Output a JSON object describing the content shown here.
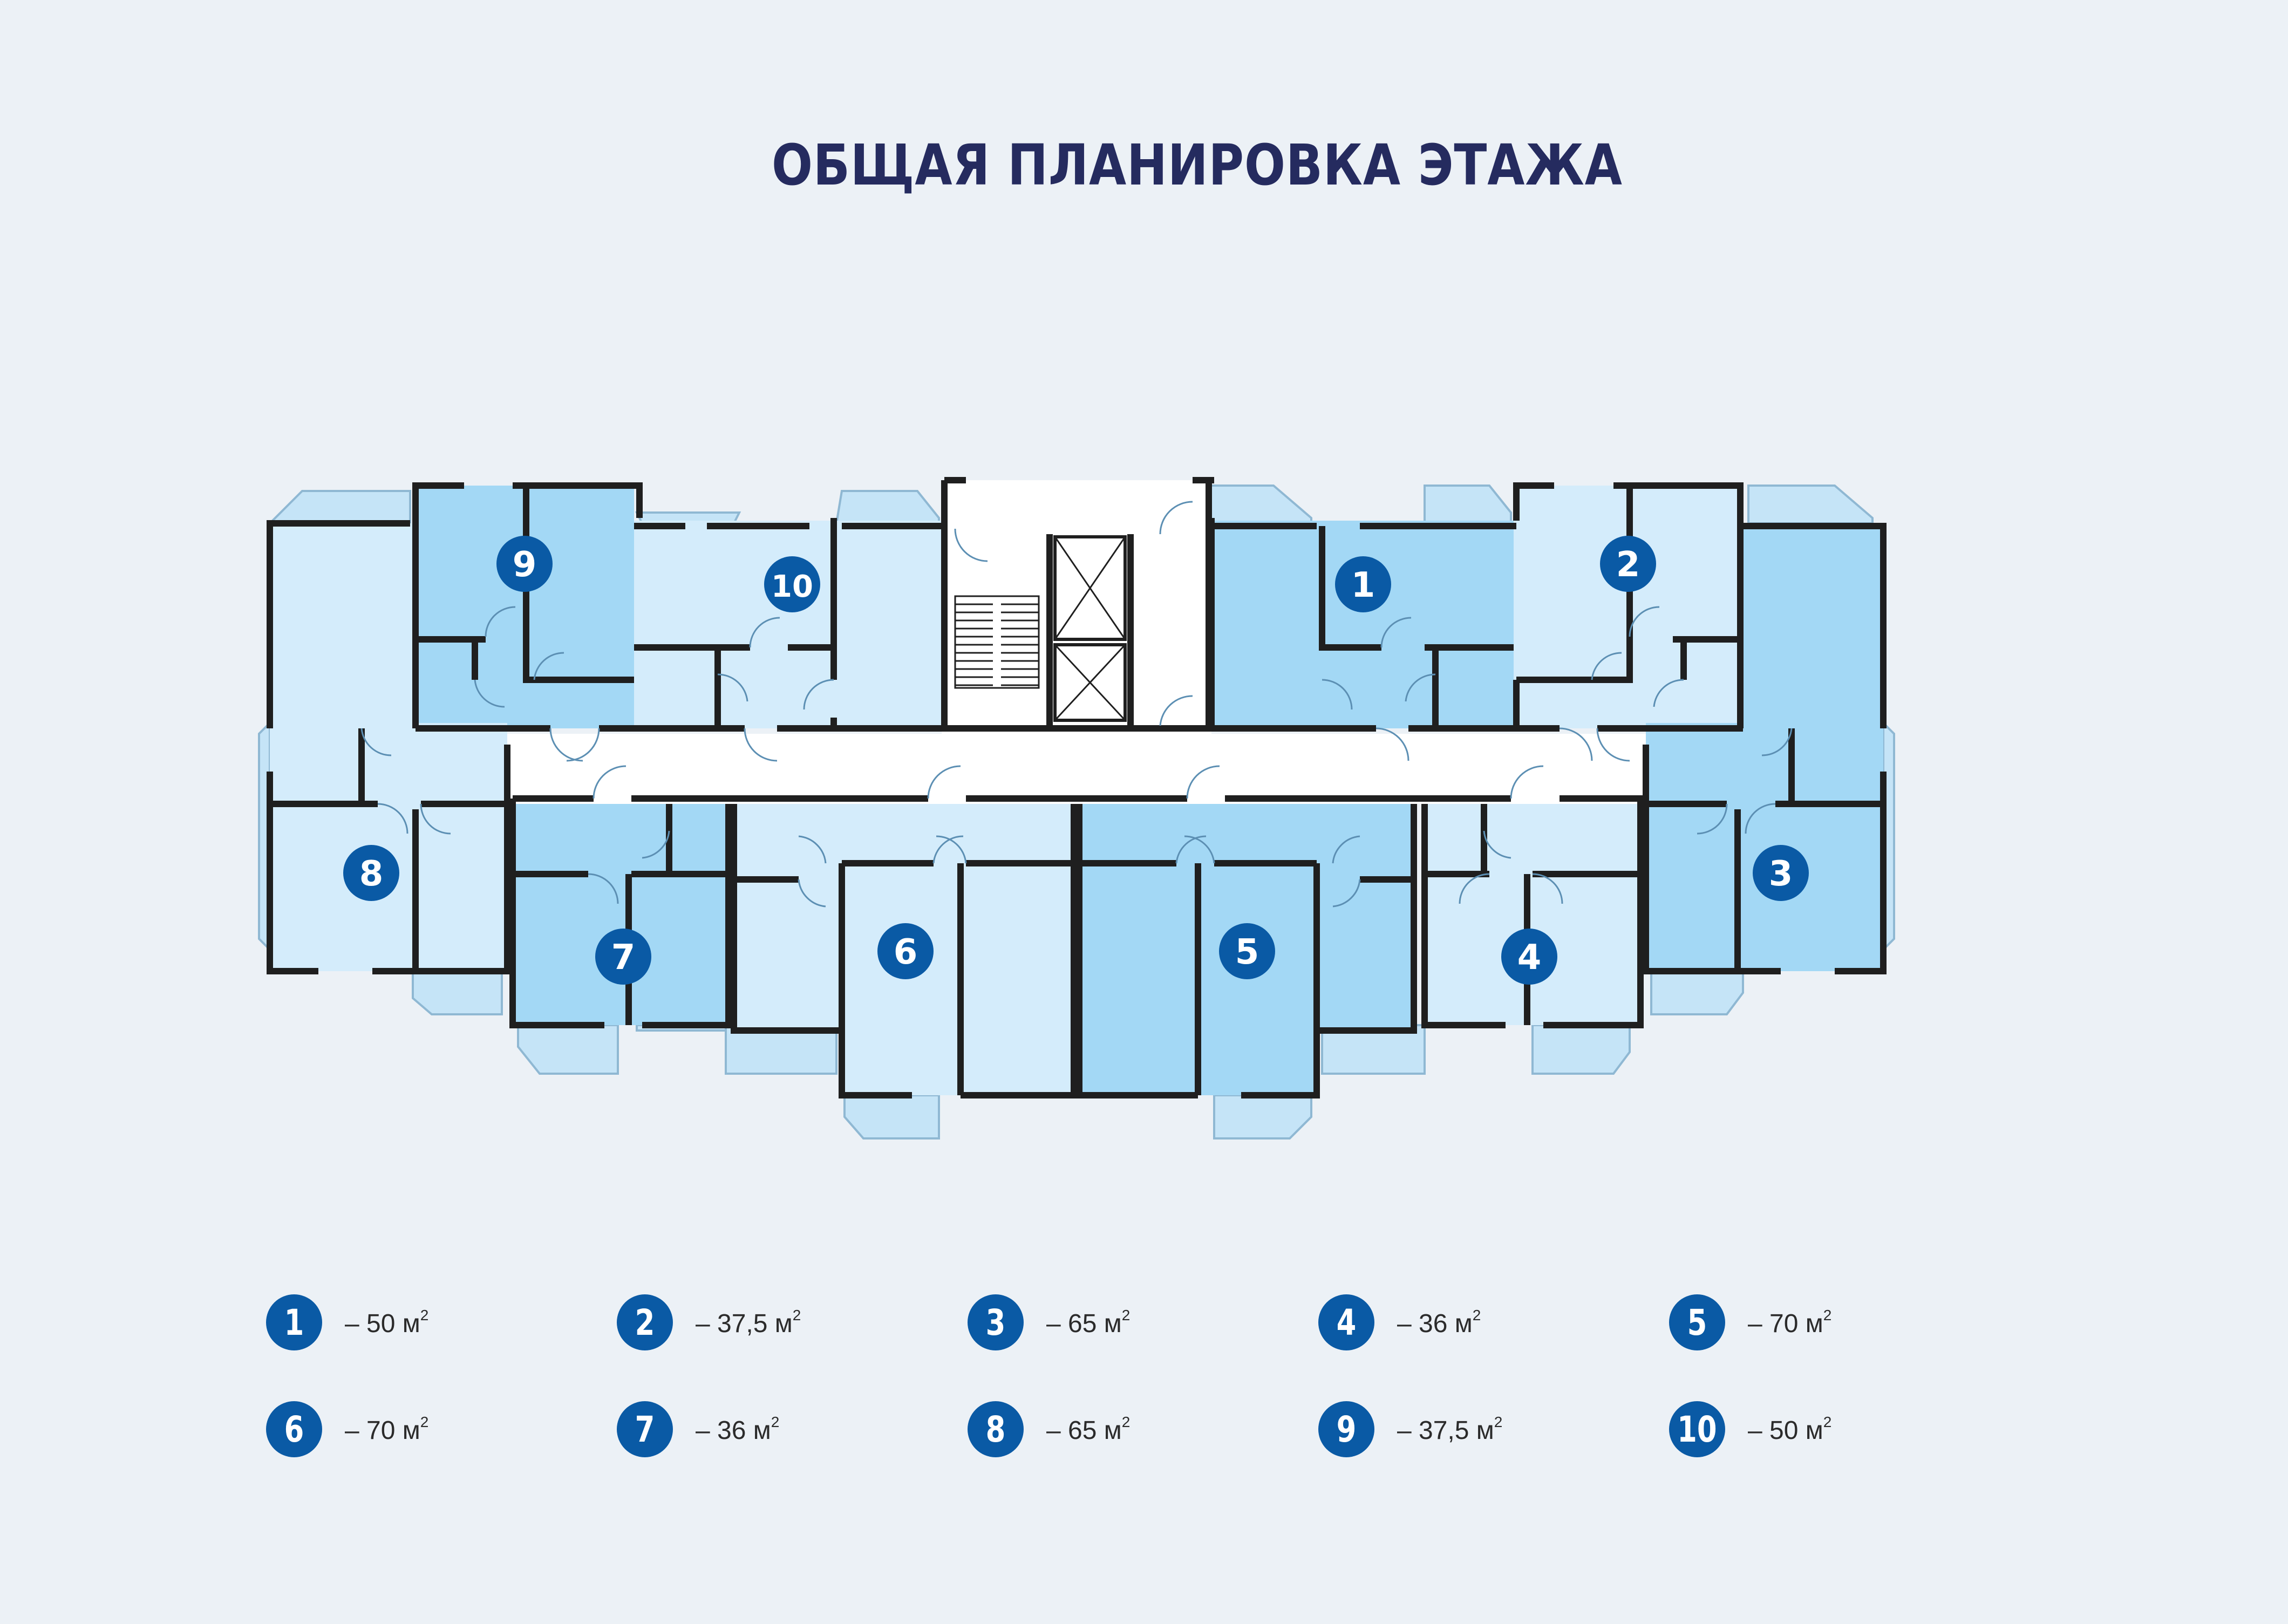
{
  "title": "ОБЩАЯ ПЛАНИРОВКА ЭТАЖА",
  "colors": {
    "background": "#ecf1f6",
    "apartment_light": "#d4ecfb",
    "apartment_medium": "#a3d8f5",
    "balcony": "#c5e4f7",
    "common_area": "#ffffff",
    "wall": "#1f1f1f",
    "badge": "#0a5aa5",
    "title": "#252b5f"
  },
  "plan": {
    "apartment_markers": [
      "1",
      "2",
      "3",
      "4",
      "5",
      "6",
      "7",
      "8",
      "9",
      "10"
    ]
  },
  "legend": [
    {
      "number": "1",
      "area": "– 50 м",
      "unit_sup": "2"
    },
    {
      "number": "2",
      "area": "– 37,5 м",
      "unit_sup": "2"
    },
    {
      "number": "3",
      "area": "– 65 м",
      "unit_sup": "2"
    },
    {
      "number": "4",
      "area": "– 36 м",
      "unit_sup": "2"
    },
    {
      "number": "5",
      "area": "– 70 м",
      "unit_sup": "2"
    },
    {
      "number": "6",
      "area": "– 70 м",
      "unit_sup": "2"
    },
    {
      "number": "7",
      "area": "– 36 м",
      "unit_sup": "2"
    },
    {
      "number": "8",
      "area": "– 65 м",
      "unit_sup": "2"
    },
    {
      "number": "9",
      "area": "– 37,5 м",
      "unit_sup": "2"
    },
    {
      "number": "10",
      "area": "– 50 м",
      "unit_sup": "2"
    }
  ]
}
